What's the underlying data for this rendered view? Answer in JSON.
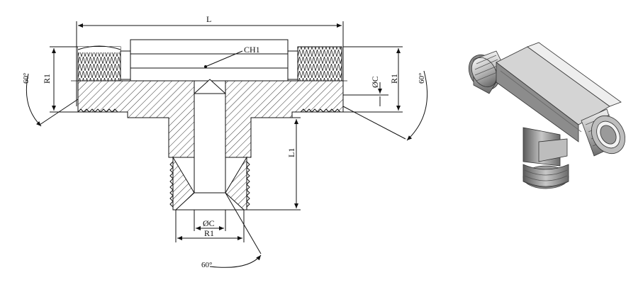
{
  "drawing": {
    "labels": {
      "length": "L",
      "hex": "CH1",
      "thread_left": "R1",
      "thread_right": "R1",
      "thread_bottom": "R1",
      "bore_right": "ØC",
      "bore_bottom": "ØC",
      "branch_length": "L1",
      "angle_left": "60°",
      "angle_right": "60°",
      "angle_bottom": "60°"
    }
  },
  "colors": {
    "line": "#111111",
    "hatch": "#333333",
    "metal_light": "#d9d9d9",
    "metal_mid": "#a8a8a8",
    "metal_dark": "#5a5a5a"
  }
}
